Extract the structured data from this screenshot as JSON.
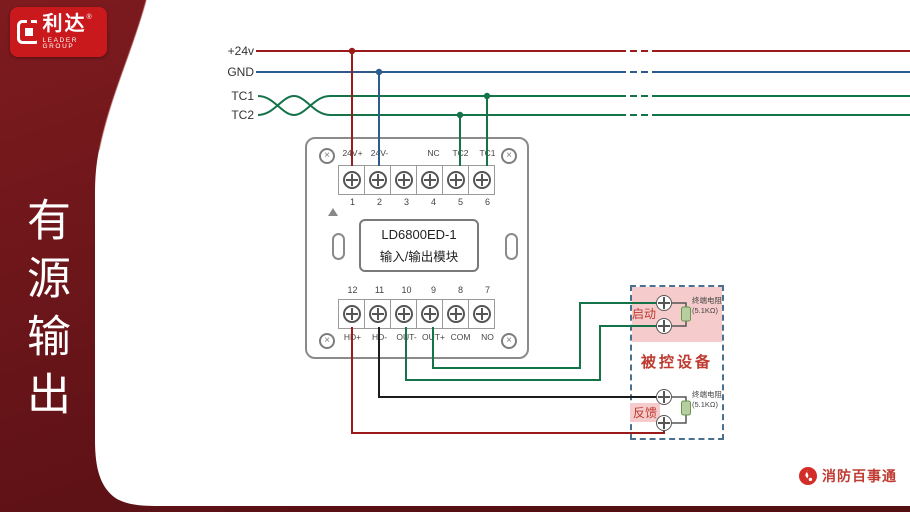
{
  "sidebar": {
    "logo": {
      "brand": "利达",
      "reg": "®",
      "subtitle": "LEADER GROUP"
    },
    "vertical_title": "有源输出"
  },
  "bus": {
    "labels": [
      "+24v",
      "GND",
      "TC1",
      "TC2"
    ]
  },
  "module": {
    "top_labels": [
      "24V+",
      "24V-",
      "",
      "NC",
      "TC2",
      "TC1"
    ],
    "top_numbers": [
      "1",
      "2",
      "3",
      "4",
      "5",
      "6"
    ],
    "model": "LD6800ED-1",
    "model_desc": "输入/输出模块",
    "bottom_numbers": [
      "12",
      "11",
      "10",
      "9",
      "8",
      "7"
    ],
    "bottom_labels": [
      "HD+",
      "HD-",
      "OUT-",
      "OUT+",
      "COM",
      "NO"
    ]
  },
  "device_box": {
    "start_label": "启动",
    "feedback_label": "反馈",
    "title": "被控设备",
    "resistor_line1": "终端电阻",
    "resistor_line2": "(5.1KΩ)"
  },
  "footer": {
    "brand": "消防百事通"
  },
  "colors": {
    "brand_red": "#c9191d",
    "panel_maroon": "#6d1418",
    "bus_24v_red": "#9b1b1b",
    "bus_gnd_blue": "#2d5b8e",
    "bus_tc_green": "#15734a",
    "wire_black": "#1c1c1c",
    "device_pink": "#f5cccb",
    "accent_text_red": "#bf3a30"
  }
}
